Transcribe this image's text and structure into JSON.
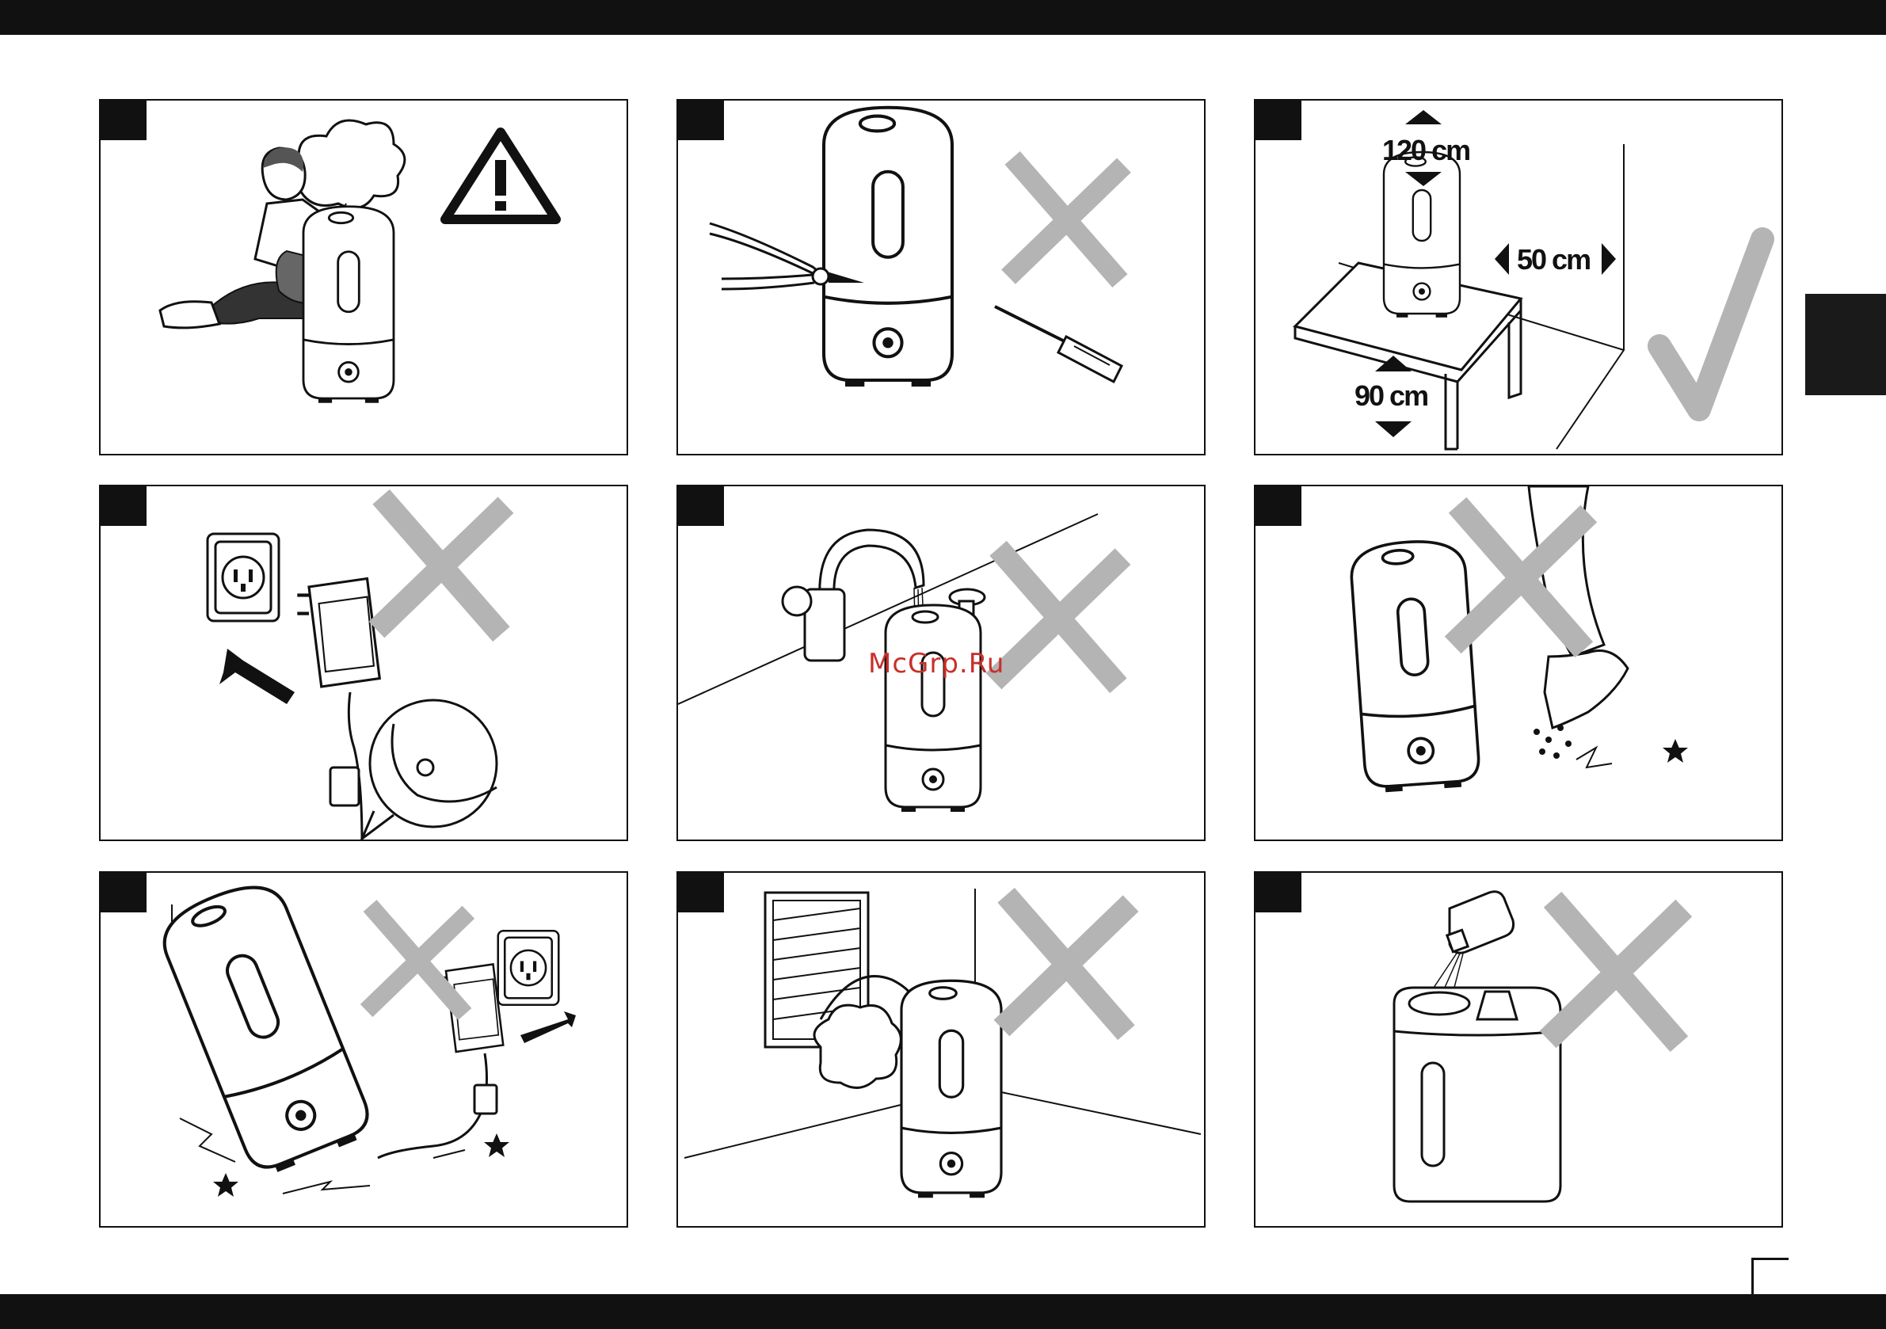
{
  "colors": {
    "ink": "#111111",
    "cross_gray": "#b4b4b4",
    "check_gray": "#b4b4b4",
    "watermark_red": "#c8302a"
  },
  "panels": [
    {
      "id": 1,
      "scene": "child-near-steam-warning",
      "verdict": "warning-icon"
    },
    {
      "id": 2,
      "scene": "do-not-disassemble-tools",
      "verdict": "cross-icon"
    },
    {
      "id": 3,
      "scene": "placement-distances",
      "verdict": "check-icon",
      "labels": {
        "height_clearance": "120 cm",
        "wall_clearance": "50 cm",
        "floor_height": "90 cm"
      }
    },
    {
      "id": 4,
      "scene": "do-not-pull-plug-by-cord",
      "verdict": "cross-icon"
    },
    {
      "id": 5,
      "scene": "do-not-fill-through-top-from-tap",
      "verdict": "cross-icon"
    },
    {
      "id": 6,
      "scene": "do-not-kick-unit",
      "verdict": "cross-icon"
    },
    {
      "id": 7,
      "scene": "do-not-tip-over-while-plugged",
      "verdict": "cross-icon"
    },
    {
      "id": 8,
      "scene": "do-not-place-near-vent",
      "verdict": "cross-icon"
    },
    {
      "id": 9,
      "scene": "do-not-add-oils-to-tank",
      "verdict": "cross-icon"
    }
  ],
  "watermark": "McGrp.Ru"
}
